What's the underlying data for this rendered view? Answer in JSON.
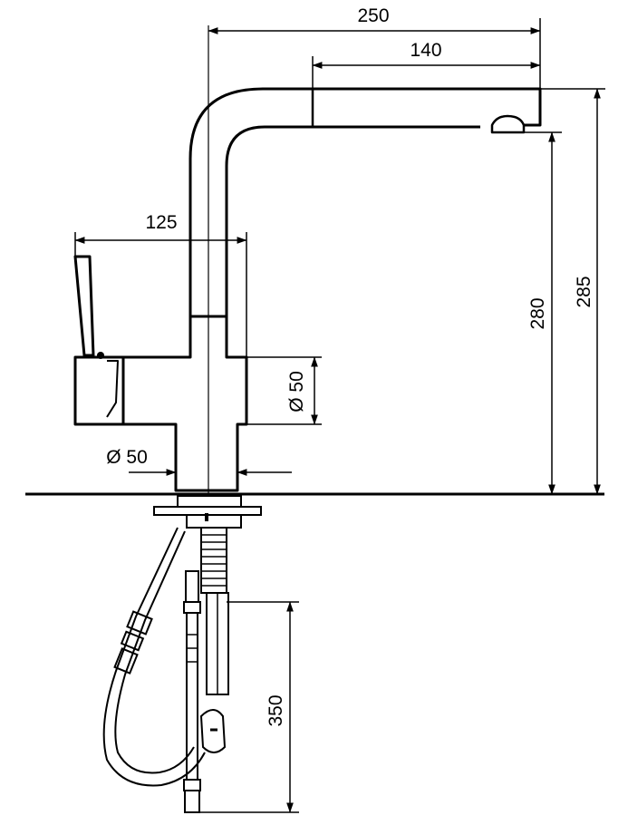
{
  "dimensions": {
    "total_reach": "250",
    "spout_length": "140",
    "handle_reach": "125",
    "body_diameter": "Ø 50",
    "base_diameter": "Ø 50",
    "spout_height": "280",
    "total_height": "285",
    "hose_length": "350"
  },
  "colors": {
    "line": "#000000",
    "background": "#ffffff"
  }
}
